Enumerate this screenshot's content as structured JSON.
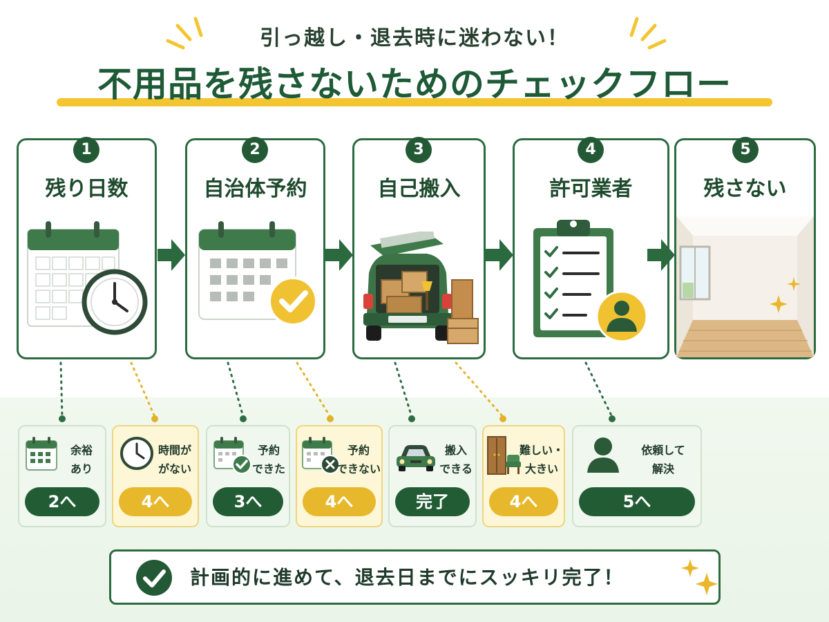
{
  "header": {
    "subtitle": "引っ越し・退去時に迷わない！",
    "title": "不用品を残さないためのチェックフロー"
  },
  "steps": [
    {
      "number": "1",
      "label": "残り日数",
      "icon": "calendar-clock-icon"
    },
    {
      "number": "2",
      "label": "自治体予約",
      "icon": "calendar-check-icon"
    },
    {
      "number": "3",
      "label": "自己搬入",
      "icon": "car-trunk-boxes-icon"
    },
    {
      "number": "4",
      "label": "許可業者",
      "icon": "clipboard-person-icon"
    },
    {
      "number": "5",
      "label": "残さない",
      "icon": "empty-room-icon"
    }
  ],
  "options": [
    {
      "text": "余裕\nあり",
      "result": "2へ",
      "tone": "green",
      "icon": "calendar-icon"
    },
    {
      "text": "時間が\nがない",
      "result": "4へ",
      "tone": "yellow",
      "icon": "clock-icon"
    },
    {
      "text": "予約\nできた",
      "result": "3へ",
      "tone": "green",
      "icon": "calendar-check-icon"
    },
    {
      "text": "予約\nできない",
      "result": "4へ",
      "tone": "yellow",
      "icon": "calendar-x-icon"
    },
    {
      "text": "搬入\nできる",
      "result": "完了",
      "tone": "green",
      "icon": "car-icon"
    },
    {
      "text": "難しい・\n大きい",
      "result": "4へ",
      "tone": "yellow",
      "icon": "furniture-icon"
    },
    {
      "text": "依頼して\n解決",
      "result": "5へ",
      "tone": "green",
      "icon": "person-icon"
    }
  ],
  "footer": {
    "message": "計画的に進めて、退去日までにスッキリ完了！",
    "icon": "check-circle-icon"
  },
  "colors": {
    "primary_green": "#235a35",
    "accent_yellow": "#f3c531",
    "light_green_bg": "#f0f7ee",
    "light_yellow_bg": "#fdf6d7"
  }
}
